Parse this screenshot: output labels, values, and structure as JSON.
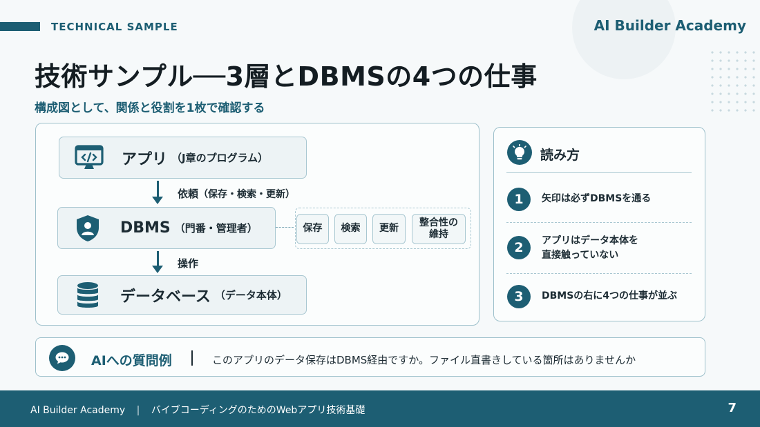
{
  "header": {
    "label": "TECHNICAL SAMPLE",
    "brand": "AI Builder Academy",
    "title": "技術サンプル──3層とDBMSの4つの仕事",
    "subtitle": "構成図として、関係と役割を1枚で確認する"
  },
  "diagram": {
    "layers": [
      {
        "name": "アプリ",
        "note": "（J章のプログラム）",
        "icon": "monitor-code-icon"
      },
      {
        "name": "DBMS",
        "note": "（門番・管理者）",
        "icon": "shield-user-icon"
      },
      {
        "name": "データベース",
        "note": "（データ本体）",
        "icon": "database-icon"
      }
    ],
    "arrows": [
      {
        "label": "依頼",
        "note": "（保存・検索・更新）"
      },
      {
        "label": "操作",
        "note": ""
      }
    ],
    "tasks": [
      "保存",
      "検索",
      "更新",
      "整合性の\n維持"
    ]
  },
  "legend": {
    "title": "読み方",
    "icon": "lightbulb-icon",
    "items": [
      {
        "num": "1",
        "text": "矢印は必ずDBMSを通る"
      },
      {
        "num": "2",
        "text": "アプリはデータ本体を\n直接触っていない"
      },
      {
        "num": "3",
        "text": "DBMSの右に4つの仕事が並ぶ"
      }
    ]
  },
  "question": {
    "icon": "chat-bubble-icon",
    "label": "AIへの質問例",
    "text": "このアプリのデータ保存はDBMS経由ですか。ファイル直書きしている箇所はありませんか"
  },
  "footer": {
    "brand": "AI Builder Academy",
    "separator": "|",
    "course": "バイブコーディングのためのWebアプリ技術基礎",
    "page": "7"
  },
  "colors": {
    "accent": "#1d5e73",
    "background": "#f6f9fa",
    "box_fill": "#edf3f5",
    "border": "#a8c7d1"
  }
}
